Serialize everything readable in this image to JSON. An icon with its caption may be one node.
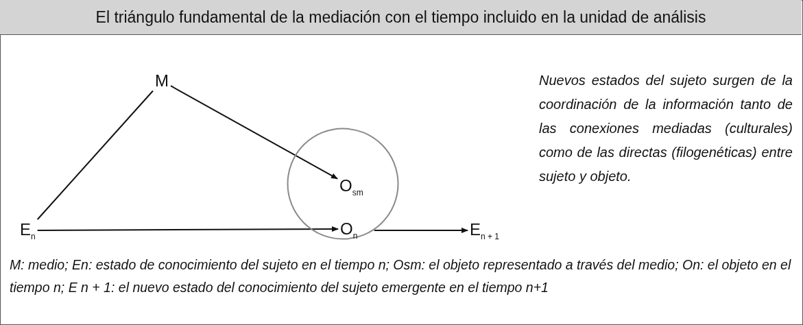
{
  "diagram": {
    "title": "El triángulo fundamental de la mediación con el tiempo incluido en la unidad de análisis",
    "caption": "M: medio; En: estado de conocimiento del sujeto en el tiempo n; Osm: el objeto representado a través del medio; On: el objeto en el tiempo n; E n + 1: el nuevo estado del conocimiento del sujeto emergente en el tiempo n+1",
    "nodes": [
      {
        "text": [
          "M"
        ]
      },
      {
        "text": [
          "E$_{n}$"
        ]
      },
      {
        "text": [],
        "shape": "circle"
      },
      {
        "text": [
          "O$_{sm}$"
        ],
        "in": 2
      },
      {
        "text": [
          "O$_{n}$"
        ],
        "in": 2
      },
      {
        "text": [
          "E$_{n + 1}$"
        ]
      }
    ],
    "edges": [
      {
        "from": 1,
        "to": 0,
        "arrow": "none"
      },
      {
        "from": 0,
        "to": 3,
        "arrow": "to"
      },
      {
        "from": 1,
        "to": 4,
        "arrow": "to"
      },
      {
        "from": 2,
        "to": 5,
        "arrow": "to"
      }
    ],
    "labels": [
      "Nuevos estados del sujeto surgen de la coordinación de la información tanto de las conexiones mediadas (culturales) como de las directas (filogenéticas) entre sujeto y objeto."
    ]
  }
}
